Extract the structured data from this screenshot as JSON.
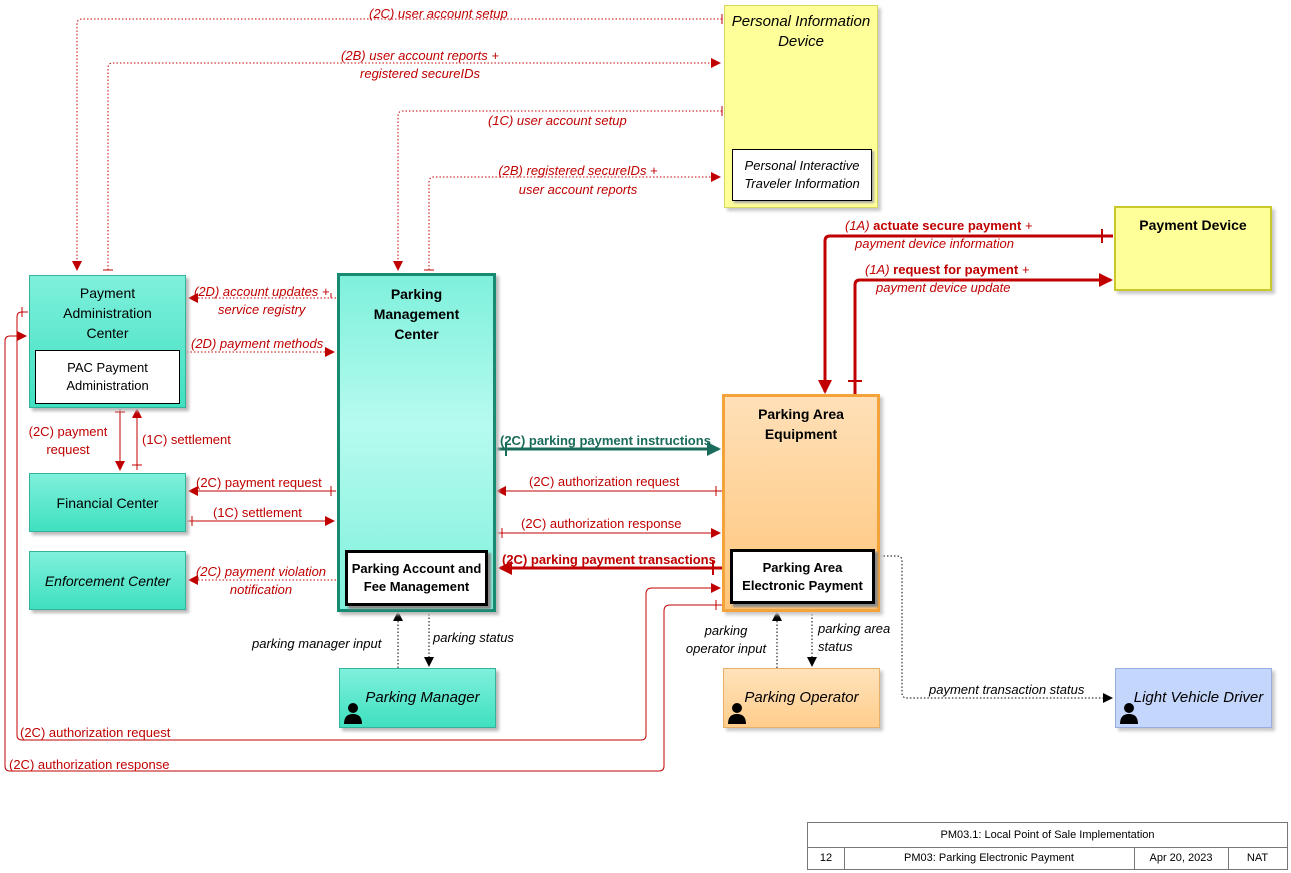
{
  "diagram_nodes": {
    "pid": {
      "title": "Personal Information Device",
      "sub": "Personal Interactive Traveler Information"
    },
    "payment_device": {
      "title": "Payment Device"
    },
    "pac": {
      "title": "Payment Administration Center",
      "sub": "PAC Payment Administration"
    },
    "pmc": {
      "title": "Parking Management Center",
      "sub": "Parking Account and Fee Management"
    },
    "pae": {
      "title": "Parking Area Equipment",
      "sub": "Parking Area Electronic Payment"
    },
    "financial": {
      "title": "Financial Center"
    },
    "enforcement": {
      "title": "Enforcement Center"
    },
    "parking_manager": {
      "title": "Parking Manager"
    },
    "parking_operator": {
      "title": "Parking Operator"
    },
    "driver": {
      "title": "Light Vehicle Driver"
    }
  },
  "flows": {
    "f2c_setup": "(2C) user account setup",
    "f2b_reports_1": "(2B) user account reports +",
    "f2b_reports_2": "registered secureIDs",
    "f1c_setup": "(1C) user account setup",
    "f2b_ids_1": "(2B) registered secureIDs +",
    "f2b_ids_2": "user account reports",
    "f1a_actuate_pre": "(1A) ",
    "f1a_actuate_bold": "actuate secure payment",
    "f1a_actuate_post": " +",
    "f1a_actuate_2": "payment device information",
    "f1a_request_pre": "(1A) ",
    "f1a_request_bold": "request for payment",
    "f1a_request_post": " +",
    "f1a_request_2": "payment device update",
    "f2d_updates_1": "(2D) account updates +",
    "f2d_updates_2": "service registry",
    "f2d_methods": "(2D) payment methods",
    "f2c_payreq_1": "(2C) payment",
    "f2c_payreq_2": "request",
    "f1c_settle_v": "(1C) settlement",
    "f2c_instructions": "(2C) parking payment instructions",
    "f2c_authreq": "(2C) authorization request",
    "f2c_authresp": "(2C) authorization response",
    "f2c_payreq_fc": "(2C) payment request",
    "f1c_settle_fc": "(1C) settlement",
    "f2c_transactions": "(2C) parking payment transactions",
    "f2c_violation_1": "(2C) payment violation",
    "f2c_violation_2": "notification",
    "pm_input": "parking manager input",
    "pm_status": "parking status",
    "po_input_1": "parking",
    "po_input_2": "operator input",
    "pa_status_1": "parking area",
    "pa_status_2": "status",
    "pt_status": "payment transaction status",
    "f2c_authreq_long": "(2C) authorization request",
    "f2c_authresp_long": "(2C) authorization response"
  },
  "legend": {
    "title": "PM03.1: Local Point of Sale Implementation",
    "number": "12",
    "package": "PM03: Parking Electronic Payment",
    "date": "Apr 20, 2023",
    "org": "NAT"
  },
  "colors": {
    "flow_red": "#c00000",
    "flow_green": "#1a6b5a",
    "flow_black": "#000000"
  }
}
